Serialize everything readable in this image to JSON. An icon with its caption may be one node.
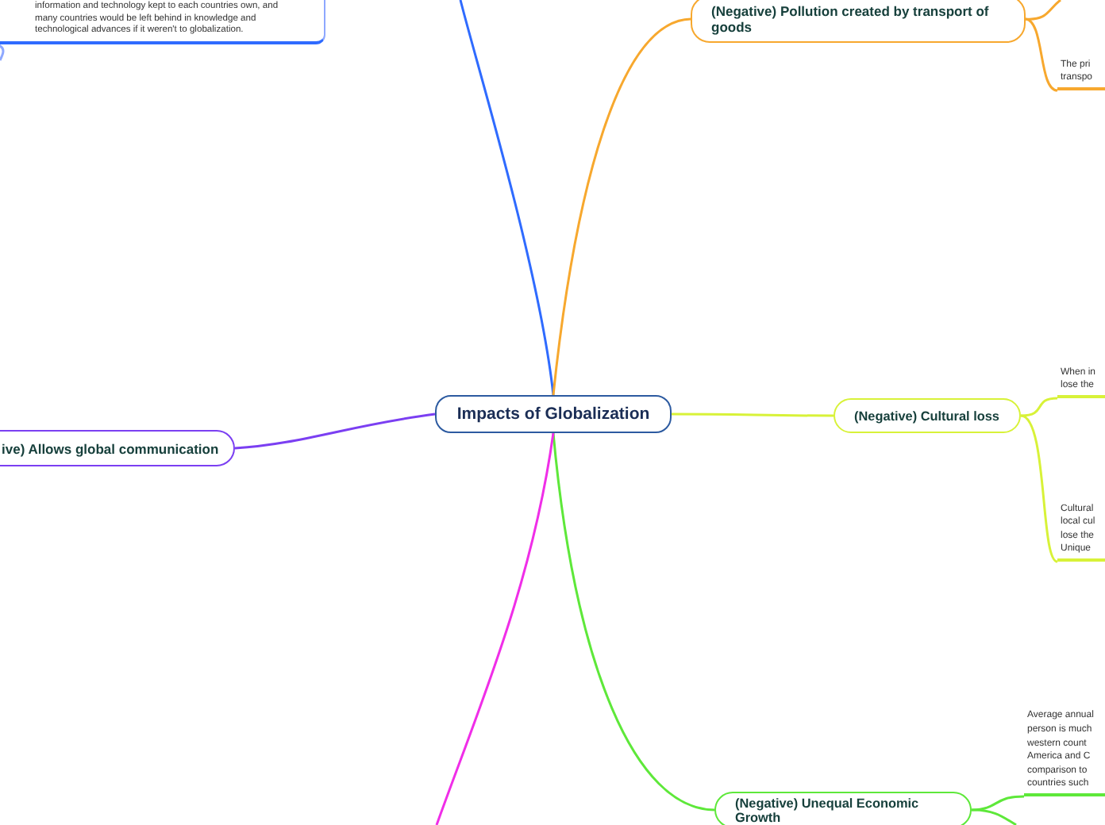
{
  "diagram": {
    "nodes": [
      {
        "text": [
          "Impacts of Globalization"
        ]
      },
      {
        "text": [
          "information and technology kept to each countries own, and many countries would be left behind in knowledge and technological advances if it weren't to globalization."
        ]
      },
      {
        "text": [
          "(Negative) Pollution created by transport of goods"
        ]
      },
      {
        "text": [
          "The pri transpo"
        ]
      },
      {
        "text": [
          "ive) Allows global communication"
        ]
      },
      {
        "text": [
          "(Negative) Cultural loss"
        ]
      },
      {
        "text": [
          "When in lose the"
        ]
      },
      {
        "text": [
          "Cultural local cul lose the Unique"
        ]
      },
      {
        "text": [
          "(Negative) Unequal Economic Growth"
        ]
      },
      {
        "text": [
          "Average annual person is much western count America and C comparison to countries such"
        ]
      }
    ],
    "edges": [
      {
        "from": 0,
        "to": null,
        "arrow": "none",
        "color": "#2f6bff"
      },
      {
        "from": 0,
        "to": 2,
        "arrow": "none",
        "color": "#f7a82e"
      },
      {
        "from": 0,
        "to": 4,
        "arrow": "none",
        "color": "#7b3ff2"
      },
      {
        "from": 0,
        "to": 5,
        "arrow": "none",
        "color": "#d8f238"
      },
      {
        "from": 0,
        "to": 8,
        "arrow": "none",
        "color": "#5ee83a"
      },
      {
        "from": 0,
        "to": null,
        "arrow": "none",
        "color": "#f02ee8"
      },
      {
        "from": 2,
        "to": null,
        "arrow": "none",
        "color": "#f7a82e"
      },
      {
        "from": 2,
        "to": 3,
        "arrow": "none",
        "color": "#f7a82e"
      },
      {
        "from": 5,
        "to": 6,
        "arrow": "none",
        "color": "#d8f238"
      },
      {
        "from": 5,
        "to": 7,
        "arrow": "none",
        "color": "#d8f238"
      },
      {
        "from": 8,
        "to": 9,
        "arrow": "none",
        "color": "#5ee83a"
      },
      {
        "from": 8,
        "to": null,
        "arrow": "none",
        "color": "#5ee83a"
      },
      {
        "from": 1,
        "to": null,
        "arrow": "none",
        "color": "#8ea8ff"
      }
    ]
  }
}
